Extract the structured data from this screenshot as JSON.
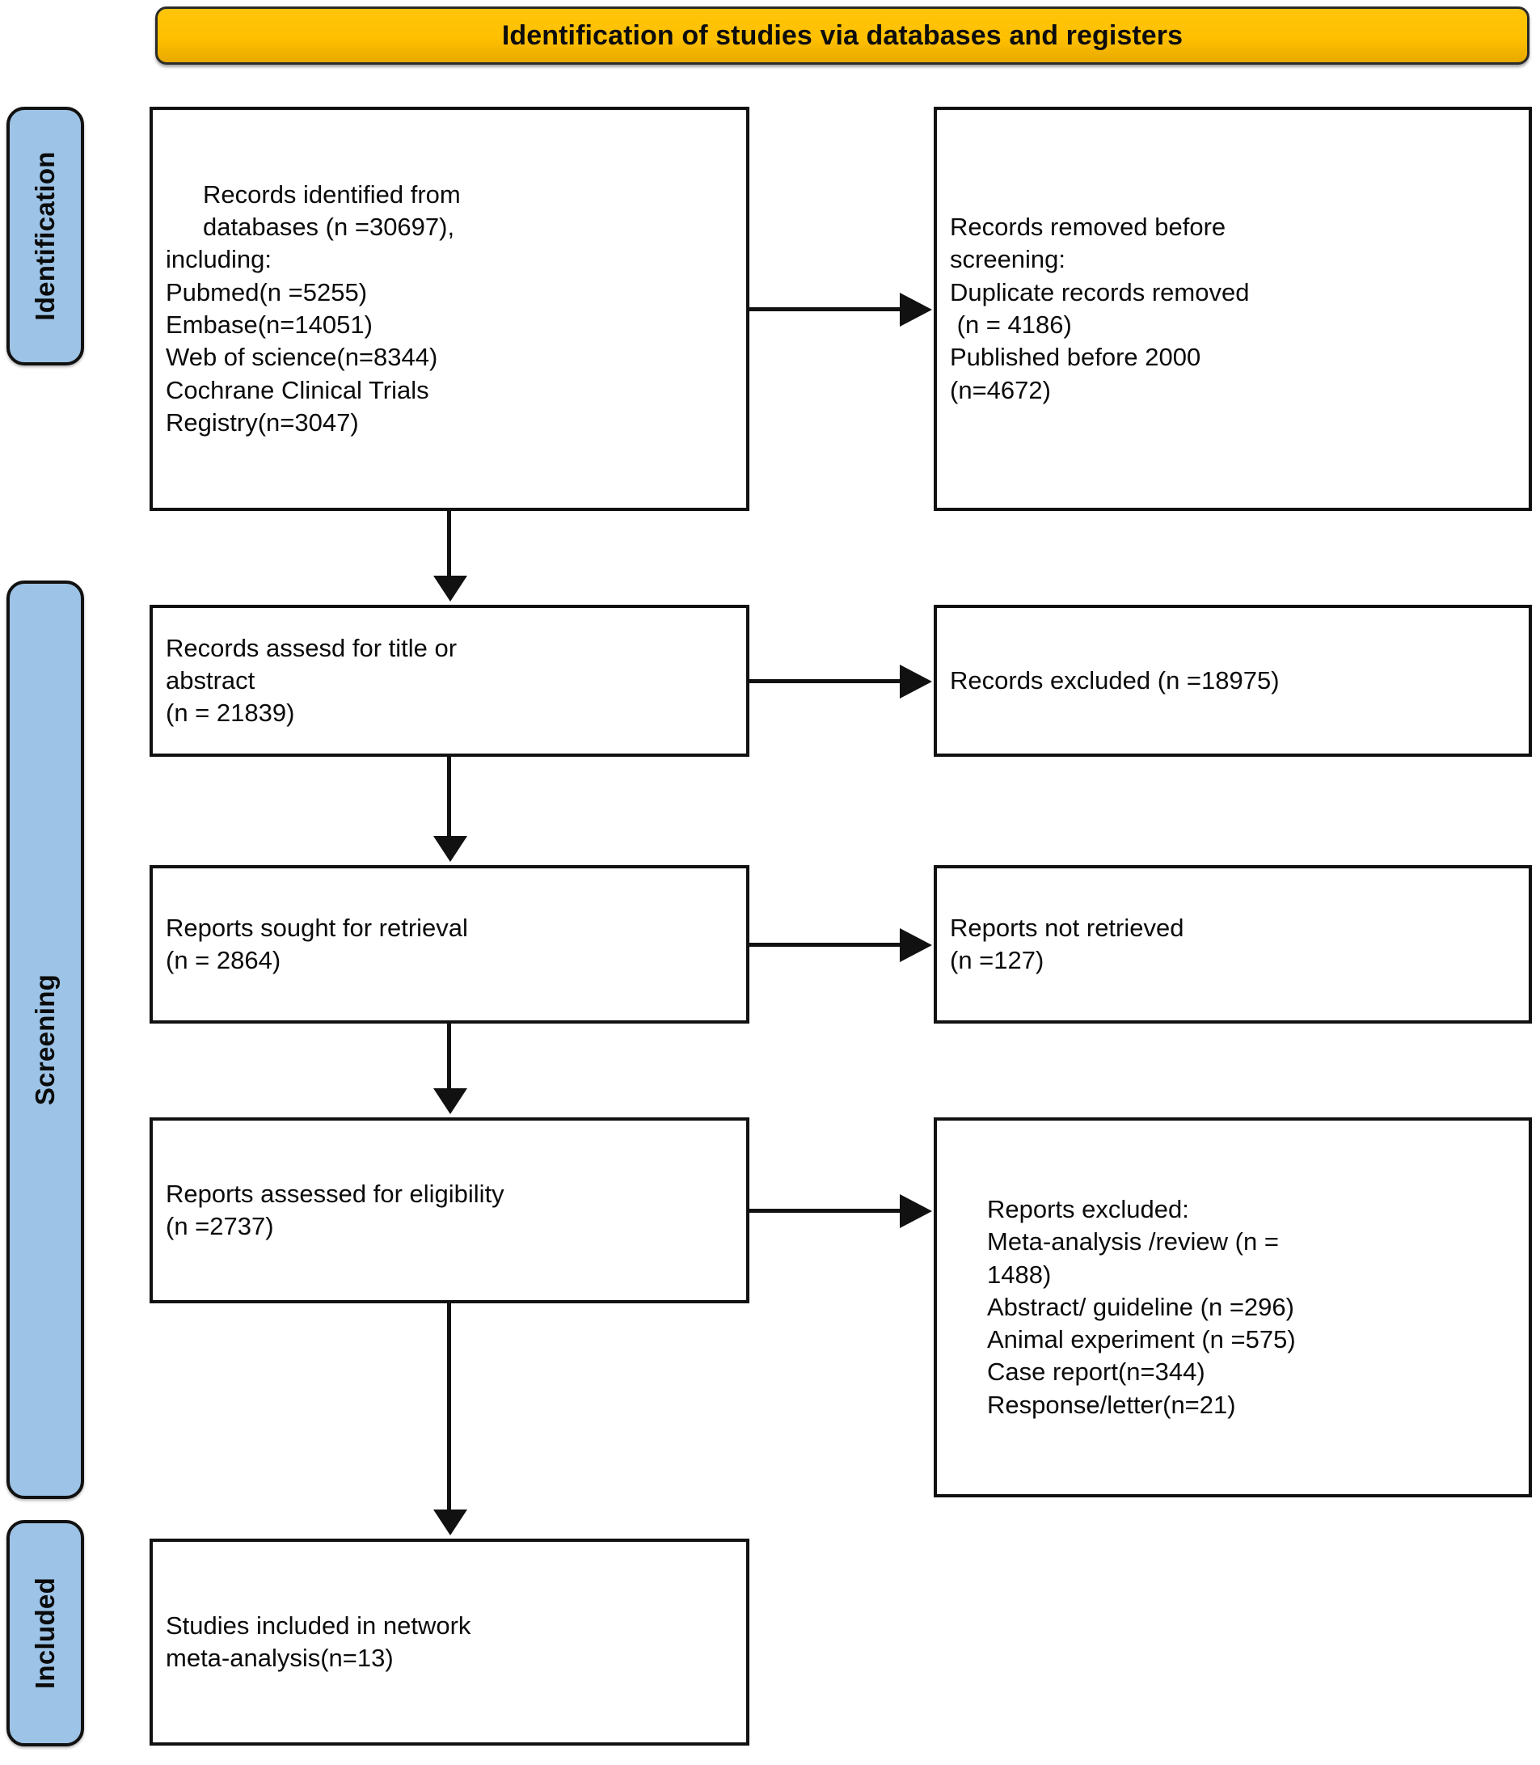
{
  "banner": {
    "title": "Identification of studies via databases and registers"
  },
  "stages": [
    {
      "key": "identification",
      "label": "Identification"
    },
    {
      "key": "screening",
      "label": "Screening"
    },
    {
      "key": "included",
      "label": "Included"
    }
  ],
  "boxes": {
    "identified": {
      "lines": [
        "Records identified from",
        "databases (n =30697),",
        "including:",
        "Pubmed(n =5255)",
        "Embase(n=14051)",
        "Web of science(n=8344)",
        "Cochrane Clinical Trials",
        "Registry(n=3047)"
      ]
    },
    "removed": {
      "lines": [
        "Records removed before",
        "screening:",
        "Duplicate records removed",
        " (n = 4186)",
        "Published before 2000",
        "(n=4672)"
      ]
    },
    "screened": {
      "lines": [
        "Records assesd for title or",
        "abstract",
        "(n = 21839)"
      ]
    },
    "excluded_records": {
      "lines": [
        "Records excluded (n =18975)"
      ]
    },
    "sought": {
      "lines": [
        "Reports sought for retrieval",
        "(n = 2864)"
      ]
    },
    "not_retrieved": {
      "lines": [
        "Reports not retrieved",
        "(n =127)"
      ]
    },
    "eligibility": {
      "lines": [
        "Reports assessed for eligibility",
        "(n =2737)"
      ]
    },
    "excluded_reports": {
      "lines": [
        "Reports excluded:",
        "Meta-analysis /review (n =",
        "1488)",
        "Abstract/ guideline (n =296)",
        "Animal experiment (n =575)",
        "Case report(n=344)",
        "Response/letter(n=21)"
      ]
    },
    "included": {
      "lines": [
        "Studies included in network",
        "meta-analysis(n=13)"
      ]
    }
  },
  "colors": {
    "banner_fill": "#FFC000",
    "stage_fill": "#9DC3E6",
    "box_border": "#111111",
    "box_fill": "#FFFFFF",
    "text": "#0B0B0B"
  }
}
